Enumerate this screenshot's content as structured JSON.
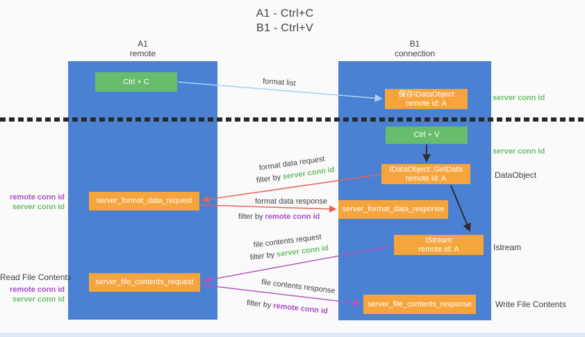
{
  "title": {
    "line1": "A1 - Ctrl+C",
    "line2": "B1 - Ctrl+V"
  },
  "columns": {
    "a1": {
      "name": "A1",
      "subtitle": "remote"
    },
    "b1": {
      "name": "B1",
      "subtitle": "connection"
    }
  },
  "nodes": {
    "ctrl_c": {
      "label": "Ctrl + C"
    },
    "save_idataobject": {
      "line1": "保存IDataObject",
      "line2": "remote id: A"
    },
    "ctrl_v": {
      "label": "Ctrl + V"
    },
    "getdata": {
      "line1": "IDataObject::GetData",
      "line2": "remote id: A"
    },
    "format_request": {
      "label": "server_format_data_request"
    },
    "format_response": {
      "label": "server_format_data_response"
    },
    "istream": {
      "line1": "IStream",
      "line2": "remote id: A"
    },
    "file_request": {
      "label": "server_file_contents_request"
    },
    "file_response": {
      "label": "server_file_contents_response"
    }
  },
  "arrow_labels": {
    "format_list": "format list",
    "format_data_request": "format data request",
    "format_data_response": "format data response",
    "file_contents_request": "file contents request",
    "file_contents_response": "file contents response",
    "filter_by": "filter by ",
    "server_conn_id": "server conn id",
    "remote_conn_id": "remote conn id"
  },
  "side_labels": {
    "server_conn_id_top": "server conn id",
    "server_conn_id_mid": "server conn id",
    "dataobject": "DataObject",
    "istream": "Istream",
    "write_file_contents": "Write File Contents",
    "read_file_contents": "Read File Contents",
    "remote_conn_id": "remote conn id",
    "server_conn_id": "server conn id"
  },
  "colors": {
    "col-blue": "#4a81d2",
    "box-green": "#68bd6c",
    "box-orange": "#f6a43c",
    "arrow-blue": "#a9d4f5",
    "arrow-red": "#e6635a",
    "arrow-purple": "#b855c0",
    "arrow-black": "#2e2e2e",
    "text-green": "#6abf69",
    "text-purple": "#a94ec6",
    "text-dark": "#3e3e3e"
  }
}
